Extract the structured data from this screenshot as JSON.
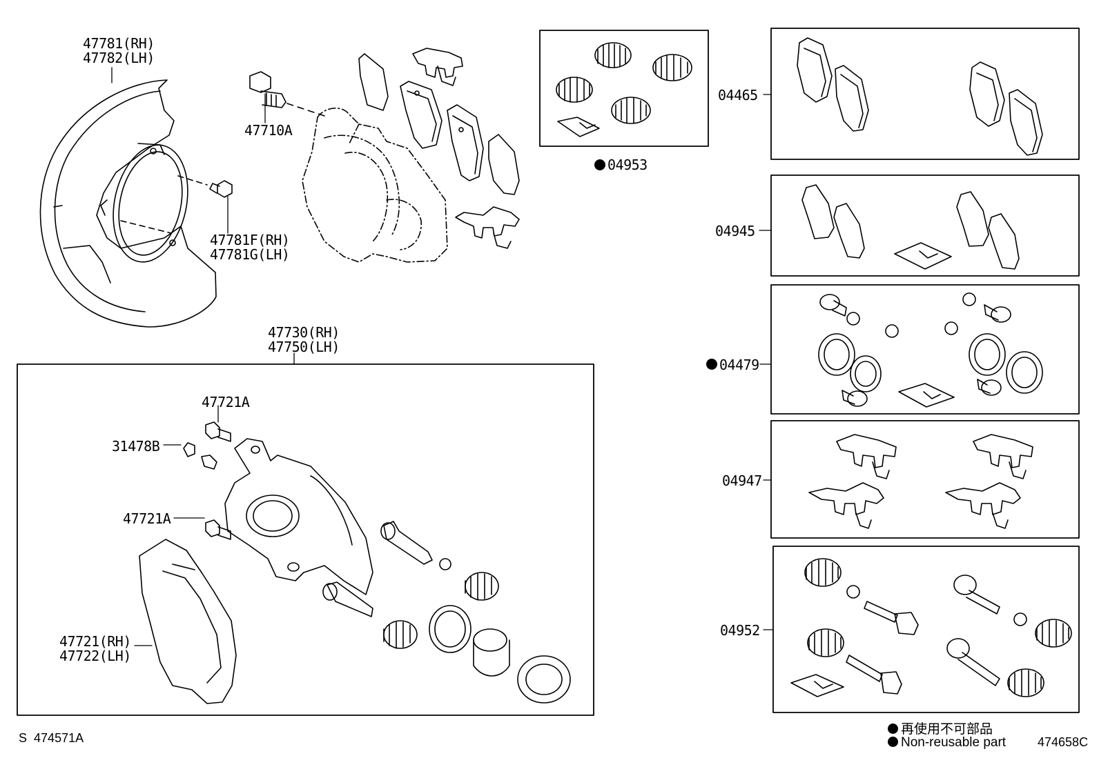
{
  "labels": {
    "shield": [
      "47781(RH)",
      "47782(LH)"
    ],
    "bolt_47710A": "47710A",
    "screw": [
      "47781F(RH)",
      "47781G(LH)"
    ],
    "caliper_assy": [
      "47730(RH)",
      "47750(LH)"
    ],
    "p47721A_top": "47721A",
    "p31478B": "31478B",
    "p47721A_mid": "47721A",
    "mounting": [
      "47721(RH)",
      "47722(LH)"
    ],
    "kit_04953": "04953",
    "kit_04465": "04465",
    "kit_04945": "04945",
    "kit_04479": "04479",
    "kit_04947": "04947",
    "kit_04952": "04952"
  },
  "legend": {
    "jp": "再使用不可部品",
    "en": "Non-reusable part"
  },
  "refs": {
    "left_prefix": "S",
    "left": "474571A",
    "right": "474658C"
  }
}
